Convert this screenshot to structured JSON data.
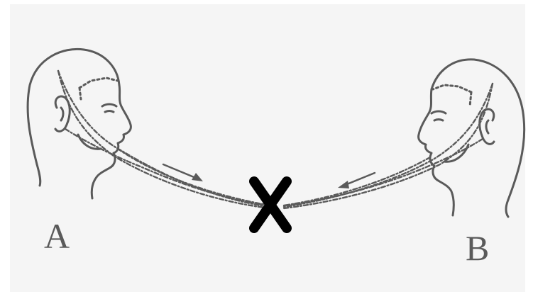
{
  "labels": {
    "person_a": "A",
    "person_b": "B"
  },
  "marker": {
    "symbol": "X",
    "icon": "cross-mark-icon"
  },
  "colors": {
    "paper": "#f5f5f5",
    "border": "#ffffff",
    "ink": "#5a5a5a",
    "marker": "#000000"
  }
}
